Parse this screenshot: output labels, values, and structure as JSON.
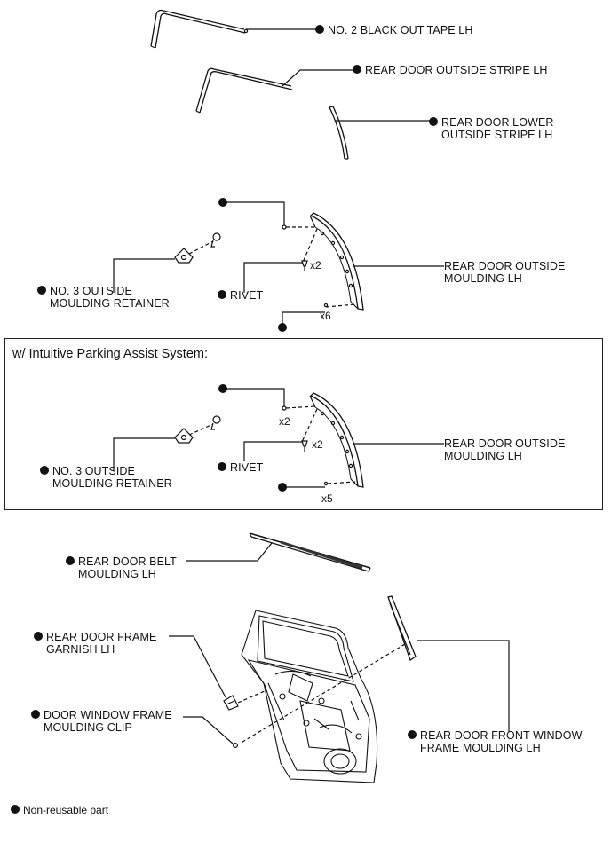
{
  "labels": {
    "black_out_tape": "NO. 2 BLACK OUT TAPE LH",
    "outside_stripe": "REAR DOOR OUTSIDE STRIPE LH",
    "lower_stripe": "REAR DOOR LOWER\nOUTSIDE STRIPE LH",
    "retainer_1": "NO. 3 OUTSIDE\nMOULDING RETAINER",
    "rivet_1": "RIVET",
    "moulding_1": "REAR DOOR OUTSIDE\nMOULDING LH",
    "retainer_2": "NO. 3 OUTSIDE\nMOULDING RETAINER",
    "rivet_2": "RIVET",
    "moulding_2": "REAR DOOR OUTSIDE\nMOULDING LH",
    "belt_moulding": "REAR DOOR BELT\nMOULDING LH",
    "frame_garnish": "REAR DOOR FRAME\nGARNISH LH",
    "frame_clip": "DOOR WINDOW FRAME\nMOULDING CLIP",
    "front_window": "REAR DOOR FRONT WINDOW\nFRAME MOULDING LH"
  },
  "quantities": {
    "rivet_1": "x2",
    "clip_1": "x6",
    "clip_top_2": "x2",
    "rivet_2": "x2",
    "clip_2": "x5"
  },
  "variant_box": {
    "title": "w/ Intuitive Parking Assist System:"
  },
  "legend": {
    "non_reusable": "Non-reusable part",
    "marker_color": "#111111"
  }
}
